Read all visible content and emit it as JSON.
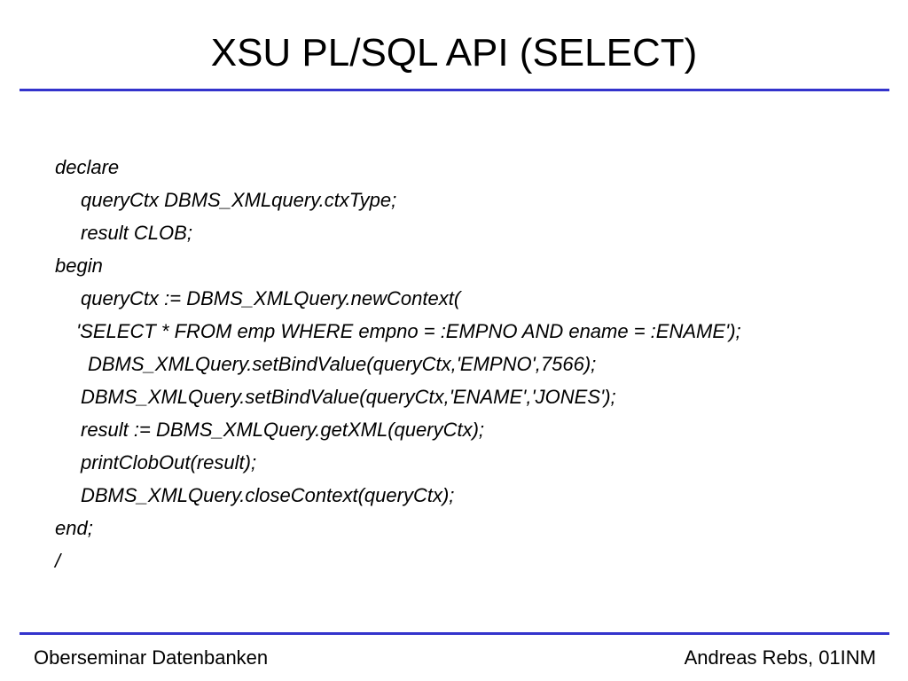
{
  "slide": {
    "title": "XSU PL/SQL API (SELECT)",
    "rule_color": "#3333cc",
    "code_lines": [
      "declare",
      "queryCtx DBMS_XMLquery.ctxType;",
      "result CLOB;",
      "begin",
      "queryCtx := DBMS_XMLQuery.newContext(",
      "'SELECT * FROM emp WHERE empno = :EMPNO AND ename = :ENAME');",
      "DBMS_XMLQuery.setBindValue(queryCtx,'EMPNO',7566);",
      "DBMS_XMLQuery.setBindValue(queryCtx,'ENAME','JONES');",
      "result := DBMS_XMLQuery.getXML(queryCtx);",
      "printClobOut(result);",
      "DBMS_XMLQuery.closeContext(queryCtx);",
      "end;",
      "/"
    ]
  },
  "footer": {
    "left": "Oberseminar Datenbanken",
    "right": "Andreas Rebs, 01INM"
  }
}
